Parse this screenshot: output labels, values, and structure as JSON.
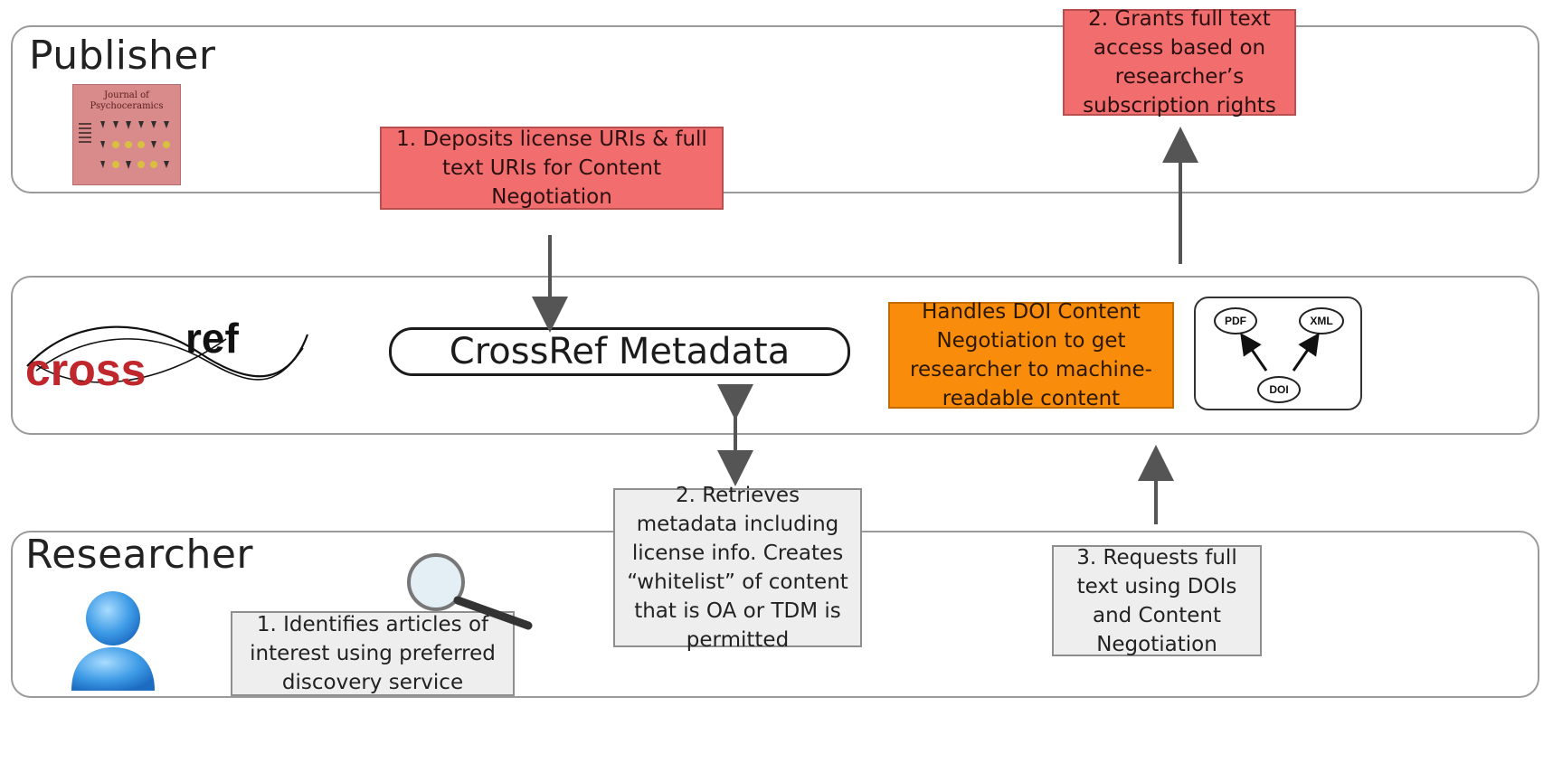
{
  "lanes": {
    "publisher_title": "Publisher",
    "researcher_title": "Researcher"
  },
  "journal": {
    "title": "Journal of Psychoceramics"
  },
  "crossref_logo": {
    "text_ref": "ref",
    "text_cross": "cross"
  },
  "metadata_pill": "CrossRef Metadata",
  "boxes": {
    "deposit": "1. Deposits license URIs  & full\ntext URIs for Content\nNegotiation",
    "grants": "2. Grants full text\naccess based on\nresearcher’s\nsubscription rights",
    "handles": "Handles DOI Content\nNegotiation to get\nresearcher to machine-\nreadable content",
    "retrieves": "2. Retrieves\nmetadata including\nlicense info. Creates\n“whitelist” of content\nthat is OA or TDM is\npermitted",
    "requests": "3. Requests full\ntext using DOIs\nand Content\nNegotiation",
    "identifies": "1. Identifies articles of\ninterest using preferred\ndiscovery service"
  },
  "negotiation": {
    "pdf": "PDF",
    "xml": "XML",
    "doi": "DOI"
  },
  "colors": {
    "red_box": "#f26d6d",
    "orange_box": "#fa8c0c",
    "grey_box": "#eeeeee",
    "logo_red": "#c0272d",
    "arrow": "#555555"
  }
}
